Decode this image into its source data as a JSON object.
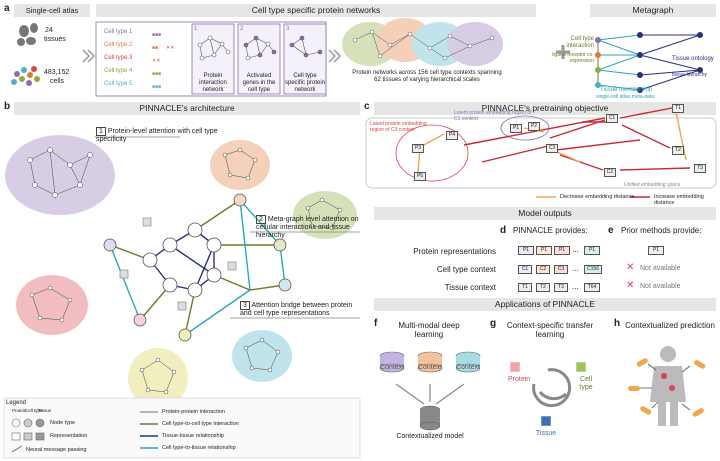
{
  "colors": {
    "c1": "#8b6fb5",
    "c2": "#e07a3a",
    "c3": "#d8454f",
    "c4": "#8dab3c",
    "c5": "#4ab3c7",
    "header_bg": "#e6e6e6",
    "tissue": "#2b2f82",
    "ppi": "#9aa0a0",
    "interaction": "#6f7a2c",
    "ct_tissue": "#2aa7b5",
    "red_arrow": "#c92a36",
    "orange_arrow": "#f0a64b"
  },
  "panel_a": {
    "letter": "a",
    "atlas_title": "Single-cell atlas",
    "tissues_count": "24",
    "tissues_label": "tissues",
    "cells_count": "483,152",
    "cells_label": "cells",
    "networks_title": "Cell type specific protein networks",
    "cell_types": [
      "Cell type 1",
      "Cell type 2",
      "Cell type 3",
      "Cell type 4",
      "Cell type 5"
    ],
    "steps": [
      {
        "num": "1",
        "label": "Protein interaction network"
      },
      {
        "num": "2",
        "label": "Activated genes in the cell type"
      },
      {
        "num": "3",
        "label": "Cell type specific protein network"
      }
    ],
    "networks_caption": "Protein networks across 156 cell type contexts spanning 62 tissues of varying hierarchical scales",
    "metagraph_title": "Metagraph",
    "ct_interaction": "Cell type interaction",
    "ct_interaction_sub": "ligand-receptor co-expression",
    "tissue_membership": "Tissue membership",
    "tissue_membership_sub": "single-cell atlas meta-data",
    "tissue_ontology": "Tissue ontology",
    "tissue_ontology_sub": "tissue hierarchy"
  },
  "panel_b": {
    "letter": "b",
    "title": "PINNACLE's architecture",
    "callouts": [
      {
        "num": "1",
        "text": "Protein-level attention with cell type specificity"
      },
      {
        "num": "2",
        "text": "Meta-graph level attention on cellular interactions and tissue hierarchy"
      },
      {
        "num": "3",
        "text": "Attention bridge between protein and cell type representations"
      }
    ],
    "legend": {
      "title": "Legend",
      "col_heads": [
        "Protein",
        "Cell type",
        "Tissue"
      ],
      "rows": [
        "Node type",
        "Representation",
        "Neural message passing"
      ],
      "edges": [
        "Protein-protein interaction",
        "Cell type-to-cell type interaction",
        "Tissue-tissue relationship",
        "Cell type-to-tissue relationship"
      ]
    }
  },
  "panel_c": {
    "letter": "c",
    "title": "PINNACLE's pretraining objective",
    "c3_region": "Latent protein embedding region of C3 context",
    "c1_region": "Latent protein embedding region of C1 context",
    "nodes": [
      "P1",
      "P2",
      "P3",
      "P4",
      "P5",
      "C1",
      "C2",
      "C3",
      "T1",
      "T2",
      "T3"
    ],
    "space_label": "Unified embedding space",
    "decrease": "Decrease embedding distance",
    "increase": "Increase embedding distance"
  },
  "panel_outputs": {
    "title": "Model outputs",
    "d_letter": "d",
    "d_title": "PINNACLE provides:",
    "e_letter": "e",
    "e_title": "Prior methods provide:",
    "rows": [
      "Protein representations",
      "Cell type context",
      "Tissue context"
    ],
    "protein_labels": [
      "P1",
      "P1",
      "P1",
      "P1"
    ],
    "ct_labels": [
      "C1",
      "C2",
      "C3",
      "C156"
    ],
    "tissue_labels": [
      "T1",
      "T2",
      "T3",
      "T64"
    ],
    "ellipsis": "...",
    "prior_protein": "P1",
    "not_available": "Not available"
  },
  "panel_apps": {
    "title": "Applications of PINNACLE",
    "f_letter": "f",
    "f_title": "Multi-modal deep learning",
    "contexts": [
      "Context",
      "Context",
      "Context"
    ],
    "f_result": "Contextualized model",
    "g_letter": "g",
    "g_title": "Context-specific transfer learning",
    "g_protein": "Protein",
    "g_celltype": "Cell type",
    "g_tissue": "Tissue",
    "h_letter": "h",
    "h_title": "Contextualized prediction"
  }
}
